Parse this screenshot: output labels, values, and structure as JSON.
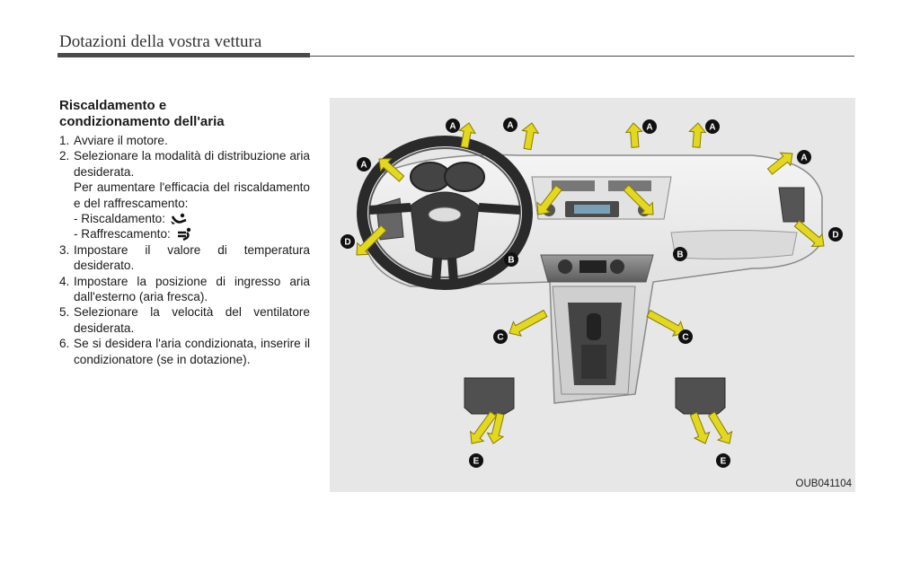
{
  "header": {
    "title": "Dotazioni della vostra vettura"
  },
  "section": {
    "title_line1": "Riscaldamento e",
    "title_line2": "condizionamento dell'aria",
    "steps": [
      {
        "num": "1.",
        "text": "Avviare il motore."
      },
      {
        "num": "2.",
        "text": "Selezionare la modalità di distribuzione aria desiderata."
      },
      {
        "num": "3.",
        "text": "Impostare il valore di temperatura desiderato."
      },
      {
        "num": "4.",
        "text": "Impostare la posizione di ingresso aria dall'esterno (aria fresca)."
      },
      {
        "num": "5.",
        "text": "Selezionare la velocità del ventilatore desiderata."
      },
      {
        "num": "6.",
        "text": "Se si desidera l'aria condizionata, inserire il condizionatore (se in dotazione)."
      }
    ],
    "note": "Per aumentare l'efficacia del riscaldamento e del raffrescamento:",
    "bullet_heating": "- Riscaldamento:",
    "bullet_cooling": "- Raffrescamento:"
  },
  "figure": {
    "code": "OUB041104",
    "markers": {
      "a": "A",
      "b": "B",
      "c": "C",
      "d": "D",
      "e": "E"
    },
    "colors": {
      "arrow": "#e2d820",
      "arrow_outline": "#8a7a00",
      "background": "#e7e7e7",
      "marker": "#111111"
    }
  }
}
